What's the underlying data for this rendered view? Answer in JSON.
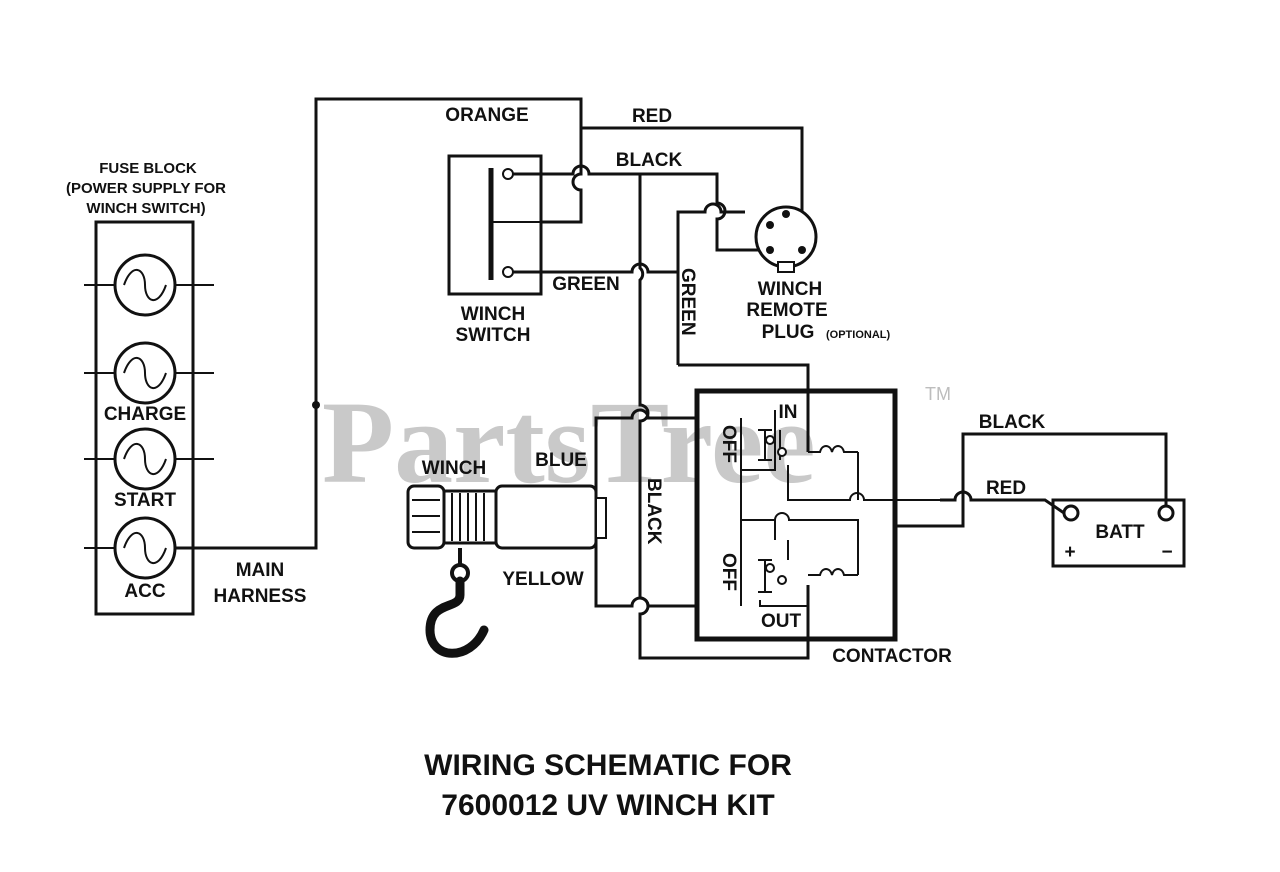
{
  "watermark": {
    "text": "PartsTree",
    "tm": "TM"
  },
  "fuse_block": {
    "title_lines": [
      "FUSE BLOCK",
      "(POWER SUPPLY FOR",
      "WINCH SWITCH)"
    ],
    "fuses": [
      "CHARGE",
      "START",
      "ACC"
    ]
  },
  "main_harness": [
    "MAIN",
    "HARNESS"
  ],
  "winch_switch": [
    "WINCH",
    "SWITCH"
  ],
  "remote_plug": {
    "lines": [
      "WINCH",
      "REMOTE",
      "PLUG"
    ],
    "note": "(OPTIONAL)"
  },
  "wire_labels": {
    "orange": "ORANGE",
    "red_top": "RED",
    "black_top": "BLACK",
    "green_h": "GREEN",
    "green_v": "GREEN",
    "blue": "BLUE",
    "black_v": "BLACK",
    "yellow": "YELLOW",
    "black_right": "BLACK",
    "red_right": "RED"
  },
  "winch": "WINCH",
  "contactor": {
    "label": "CONTACTOR",
    "in": "IN",
    "out": "OUT",
    "off_top": "OFF",
    "off_bottom": "OFF"
  },
  "battery": {
    "label": "BATT",
    "plus": "+",
    "minus": "−"
  },
  "title_lines": [
    "WIRING SCHEMATIC FOR",
    "7600012 UV WINCH KIT"
  ]
}
